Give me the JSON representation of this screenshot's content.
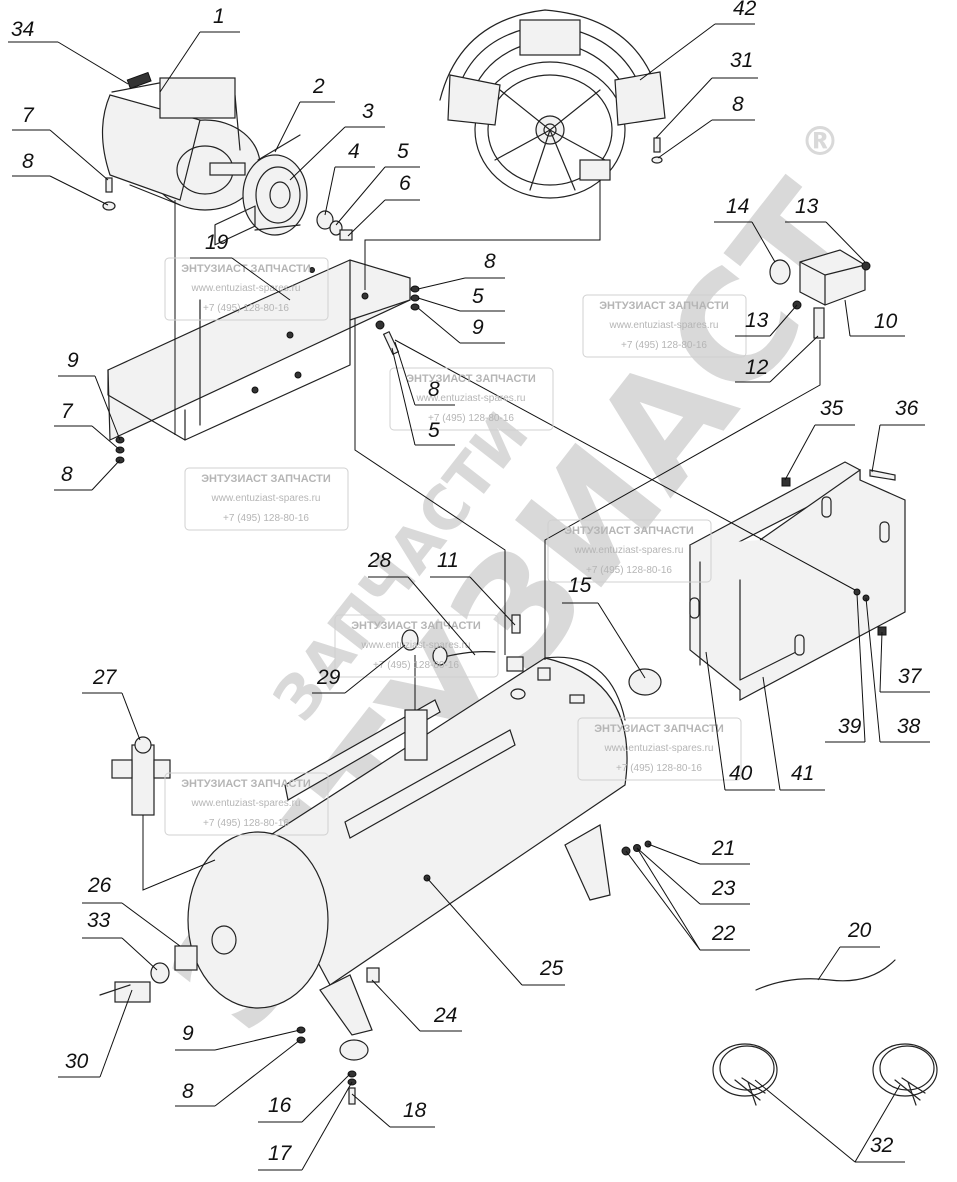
{
  "watermark": {
    "brand": "ЭНТУЗИАСТ ЗАПЧАСТИ",
    "site": "www.entuziast-spares.ru",
    "phone": "+7 (495) 128-80-16",
    "big_text": "ЭНТУЗИАСТ",
    "big_text_small": "ЗАПЧАСТИ",
    "registered": "®"
  },
  "callouts": [
    "34",
    "1",
    "2",
    "3",
    "4",
    "5",
    "6",
    "7",
    "8",
    "19",
    "42",
    "31",
    "8",
    "14",
    "13",
    "8",
    "5",
    "9",
    "13",
    "10",
    "12",
    "8",
    "5",
    "9",
    "7",
    "8",
    "35",
    "36",
    "28",
    "11",
    "15",
    "29",
    "27",
    "37",
    "38",
    "39",
    "40",
    "41",
    "21",
    "23",
    "22",
    "26",
    "33",
    "20",
    "25",
    "30",
    "24",
    "9",
    "8",
    "16",
    "18",
    "17",
    "32"
  ]
}
